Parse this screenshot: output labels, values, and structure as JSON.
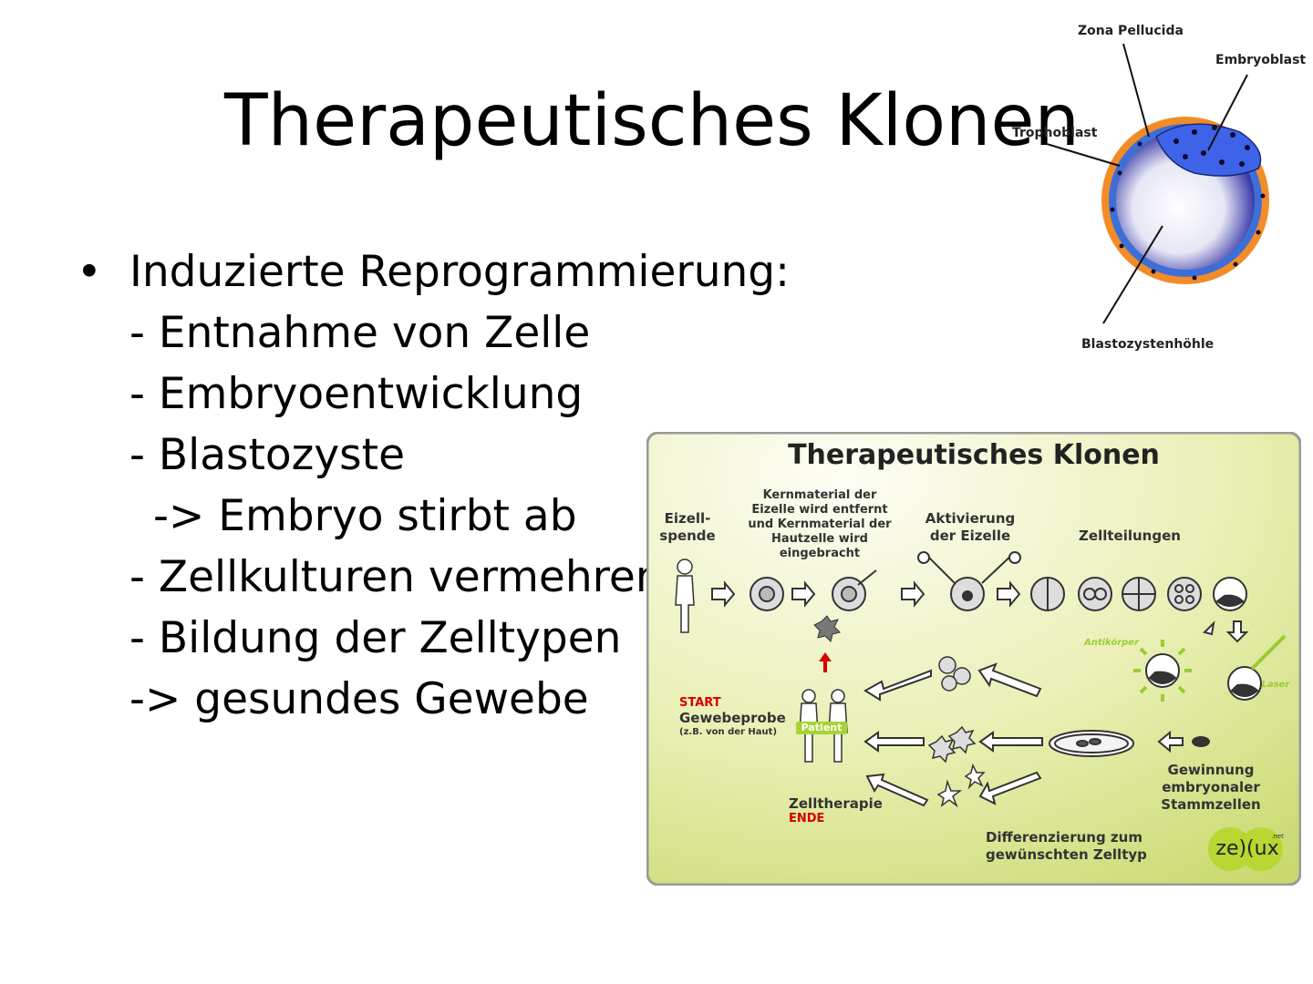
{
  "slide": {
    "title": "Therapeutisches Klonen",
    "bullet": "Induzierte Reprogrammierung:",
    "items": [
      "- Entnahme von Zelle",
      "- Embryoentwicklung",
      "- Blastozyste",
      "-> Embryo stirbt ab",
      "- Zellkulturen vermehren",
      "- Bildung der Zelltypen",
      "-> gesundes Gewebe"
    ]
  },
  "blastocyst": {
    "zona": "Zona Pellucida",
    "embryoblast": "Embryoblast",
    "trophoblast": "Trophoblast",
    "cavity": "Blastozystenhöhle"
  },
  "diagram": {
    "title": "Therapeutisches Klonen",
    "eizell": "Eizell-\nspende",
    "kern": "Kernmaterial der\nEizelle wird entfernt\nund Kernmaterial der\nHautzelle wird\neingebracht",
    "aktiv": "Aktivierung\nder Eizelle",
    "teil": "Zellteilungen",
    "antikoerper": "Antikörper",
    "laser": "Laser",
    "start": "START",
    "gewebe": "Gewebeprobe",
    "haut": "(z.B. von der Haut)",
    "patient": "Patient",
    "zelltherapie": "Zelltherapie",
    "ende": "ENDE",
    "gewinnung": "Gewinnung\nembryonaler\nStammzellen",
    "differenz": "Differenzierung zum\ngewünschten Zelltyp",
    "logo": "ze)(ux",
    "logo_net": ".net"
  }
}
